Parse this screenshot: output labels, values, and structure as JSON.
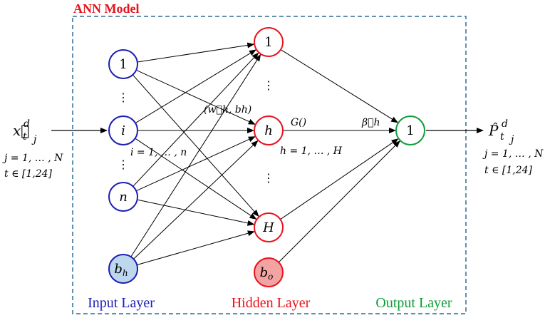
{
  "title": "ANN Model",
  "colors": {
    "title": "#e8121b",
    "frame": "#2e6d95",
    "input": "#1d1db4",
    "hidden": "#e8121b",
    "output": "#0f9d3a",
    "input_bias_fill": "#bdd7ee",
    "hidden_bias_fill": "#f4a3a3",
    "line": "#000000"
  },
  "layers": {
    "input": {
      "label": "Input Layer",
      "nodes": [
        "1",
        "i",
        "n",
        "b_h"
      ],
      "index_range": "i = 1, … , n"
    },
    "hidden": {
      "label": "Hidden Layer",
      "nodes": [
        "1",
        "h",
        "H",
        "b_o"
      ],
      "index_range": "h = 1, … , H",
      "activation": "G()"
    },
    "output": {
      "label": "Output Layer",
      "nodes": [
        "1"
      ]
    }
  },
  "weights": {
    "input_hidden": "(w⃗h, bh)",
    "hidden_output": "β⃗h"
  },
  "input_var": {
    "symbol": "x⃗",
    "sup": "d",
    "sub_t": "t",
    "sub_j": "j",
    "range_j": "j = 1, … , N",
    "range_t": "t ∈ [1,24]"
  },
  "output_var": {
    "symbol": "P̂",
    "sup": "d",
    "sub_t": "t",
    "sub_j": "j",
    "range_j": "j = 1, … , N",
    "range_t": "t ∈ [1,24]"
  },
  "ellipsis": "⋮"
}
